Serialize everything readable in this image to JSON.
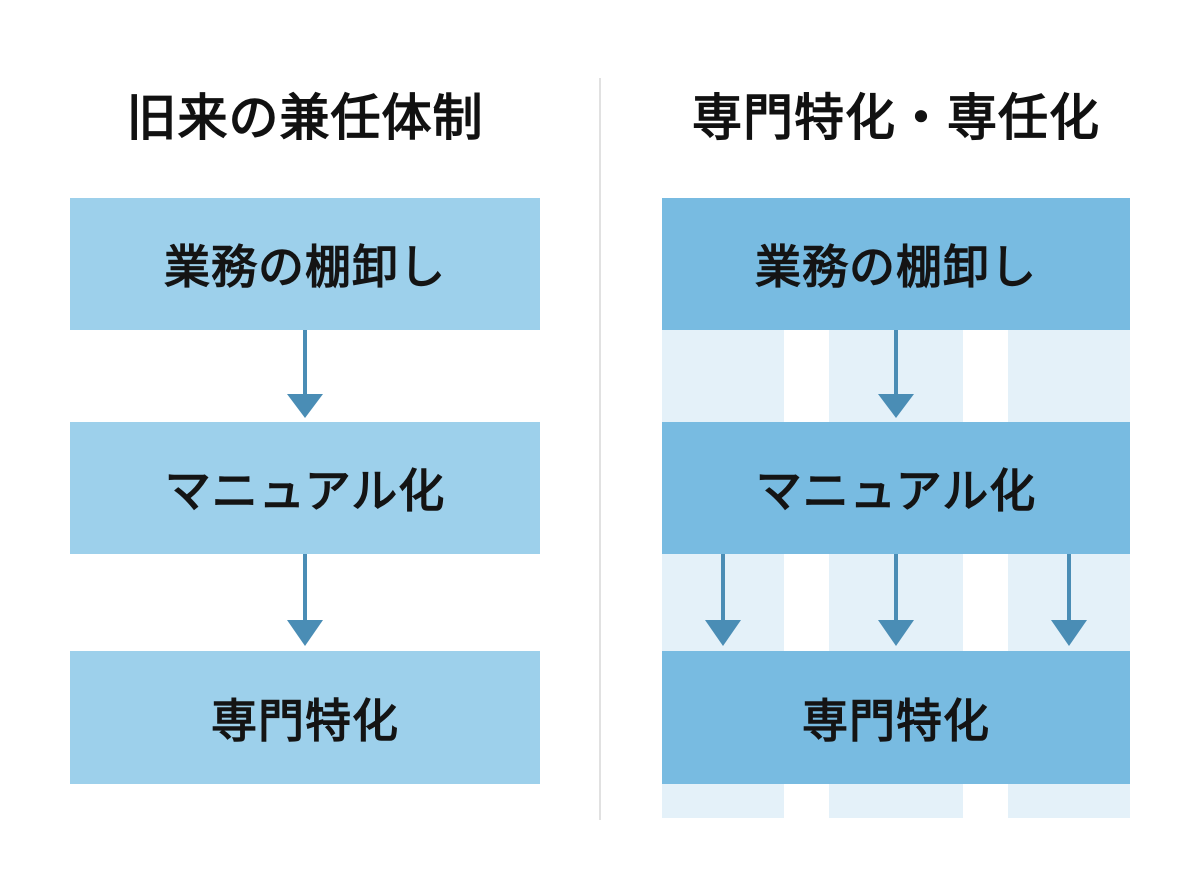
{
  "left_panel": {
    "title": "旧来の兼任体制",
    "steps": [
      "業務の棚卸し",
      "マニュアル化",
      "専門特化"
    ]
  },
  "right_panel": {
    "title": "専門特化・専任化",
    "steps": [
      "業務の棚卸し",
      "マニュアル化",
      "専門特化"
    ]
  },
  "colors": {
    "left_box": "#9dd0eb",
    "right_box": "#78bbe1",
    "lane": "#e4f1f9",
    "arrow": "#4a8db5",
    "divider": "#e1e1e1"
  }
}
